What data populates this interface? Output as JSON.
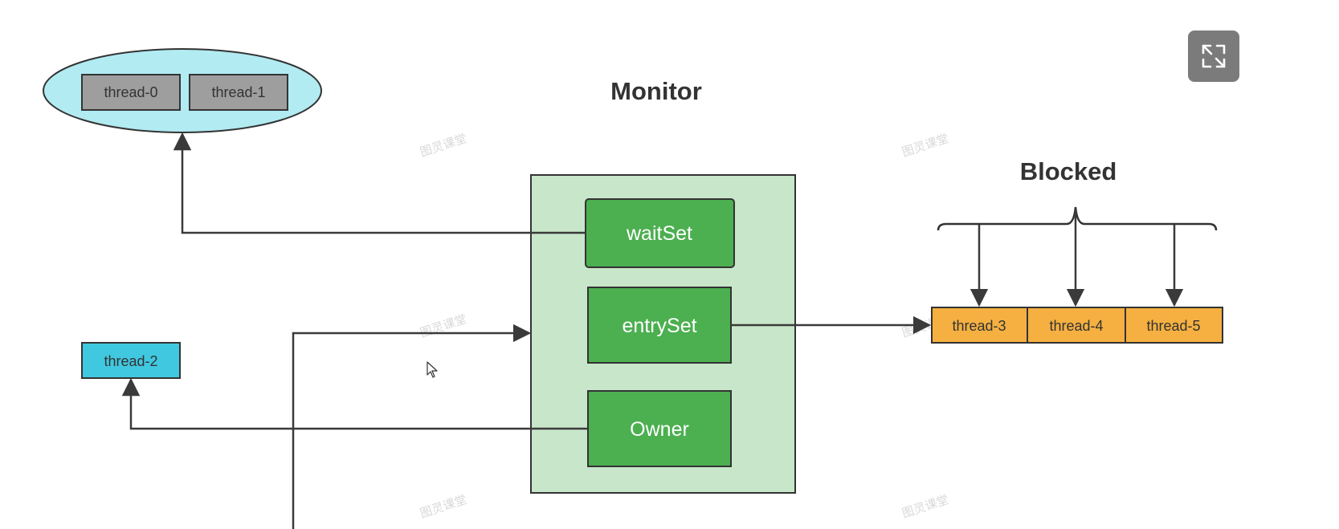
{
  "diagram": {
    "title": "Monitor",
    "blocked_title": "Blocked",
    "wait_group": {
      "threads": [
        "thread-0",
        "thread-1"
      ]
    },
    "owner_thread": "thread-2",
    "monitor": {
      "wait_set": "waitSet",
      "entry_set": "entrySet",
      "owner": "Owner"
    },
    "blocked_threads": [
      "thread-3",
      "thread-4",
      "thread-5"
    ],
    "watermark": "图灵课堂"
  },
  "toolbar": {
    "expand_icon": "expand-icon"
  },
  "colors": {
    "monitor_bg": "#c8e6c9",
    "monitor_item": "#4caf50",
    "ellipse": "#b2ebf2",
    "gray_box": "#9e9e9e",
    "cyan_box": "#40c8e0",
    "orange_box": "#f5b041",
    "line": "#424242"
  }
}
